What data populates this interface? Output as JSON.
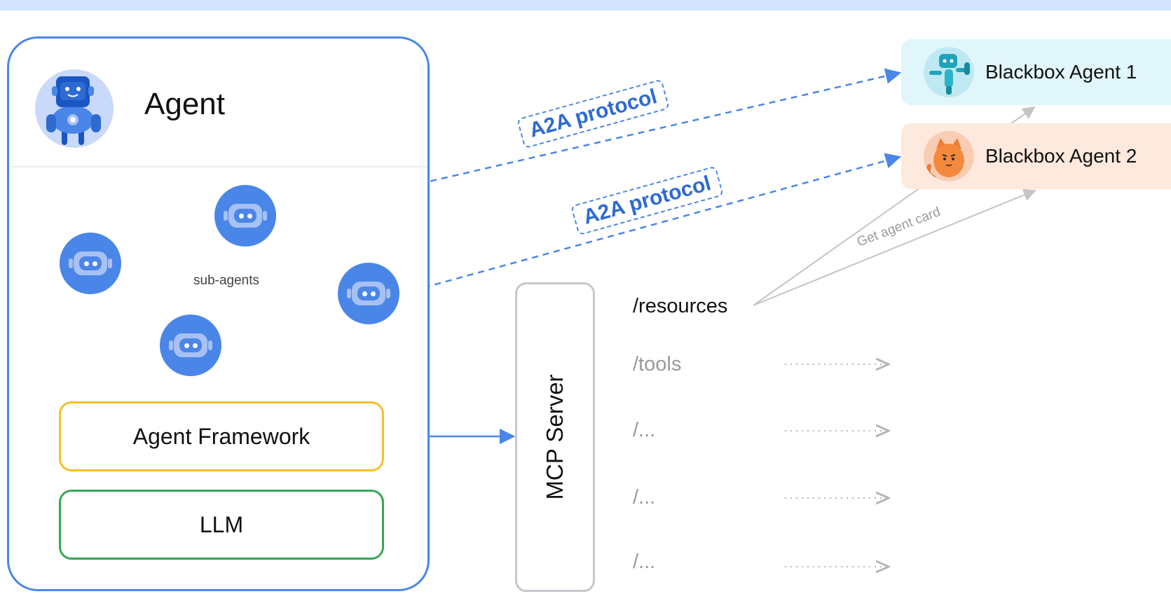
{
  "agent": {
    "title": "Agent",
    "sub_agents_label": "sub-agents",
    "framework_label": "Agent Framework",
    "llm_label": "LLM"
  },
  "protocols": [
    {
      "label": "A2A protocol"
    },
    {
      "label": "A2A protocol"
    }
  ],
  "mcp": {
    "label": "MCP Server",
    "routes": [
      {
        "label": "/resources",
        "active": true
      },
      {
        "label": "/tools",
        "active": false
      },
      {
        "label": "/...",
        "active": false
      },
      {
        "label": "/...",
        "active": false
      },
      {
        "label": "/...",
        "active": false
      }
    ]
  },
  "blackbox_agents": [
    {
      "label": "Blackbox Agent 1",
      "icon": "teal-robot-icon",
      "color": "#e1f6fb"
    },
    {
      "label": "Blackbox Agent 2",
      "icon": "orange-cat-icon",
      "color": "#fde9dd"
    }
  ],
  "get_agent_card_label": "Get agent card",
  "colors": {
    "primary_blue": "#4a86e8",
    "protocol_text": "#2e6bd1",
    "framework_border": "#f6c026",
    "llm_border": "#34a853",
    "mcp_border": "#c4c7cc",
    "top_bar": "#d3e3fd"
  }
}
